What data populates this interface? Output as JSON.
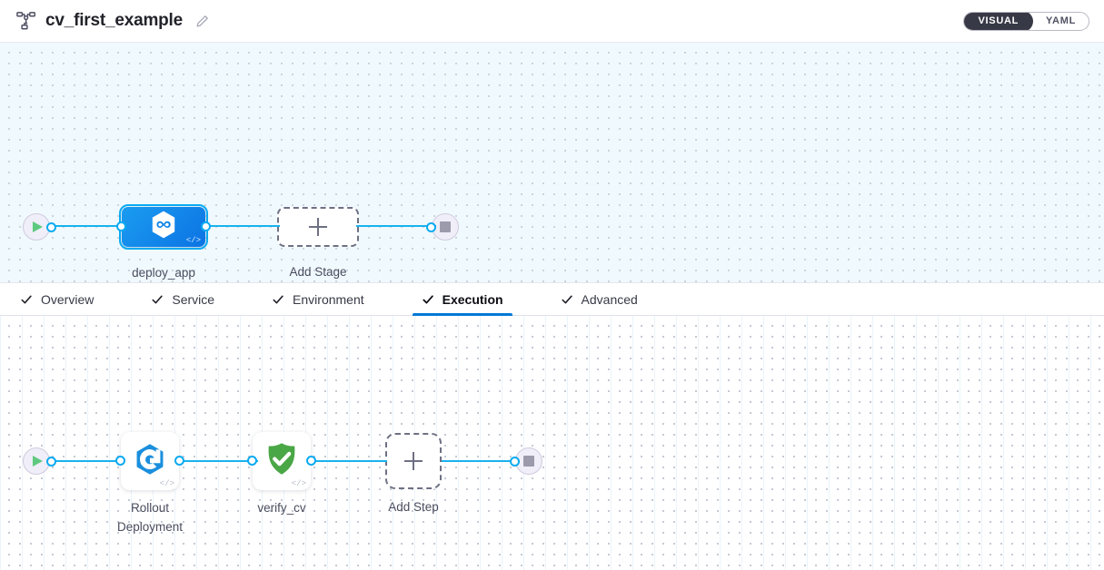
{
  "header": {
    "pipeline_icon": "pipeline-graph-icon",
    "title": "cv_first_example",
    "edit_icon": "pencil-edit-icon",
    "view_toggle": {
      "options": [
        {
          "label": "VISUAL",
          "active": true
        },
        {
          "label": "YAML",
          "active": false
        }
      ]
    }
  },
  "stage_canvas": {
    "start_node": {
      "name": "pipeline-start",
      "icon": "play-icon"
    },
    "end_node": {
      "name": "pipeline-end",
      "icon": "stop-icon"
    },
    "stages": [
      {
        "label": "deploy_app",
        "icon": "harness-cd-hexagon-icon",
        "selected": true,
        "code_badge": "</>"
      }
    ],
    "add_stage": {
      "label": "Add Stage",
      "icon": "plus-icon"
    }
  },
  "tabs": [
    {
      "label": "Overview",
      "active": false,
      "icon": "check-icon"
    },
    {
      "label": "Service",
      "active": false,
      "icon": "check-icon"
    },
    {
      "label": "Environment",
      "active": false,
      "icon": "check-icon"
    },
    {
      "label": "Execution",
      "active": true,
      "icon": "check-icon"
    },
    {
      "label": "Advanced",
      "active": false,
      "icon": "check-icon"
    }
  ],
  "steps_canvas": {
    "start_node": {
      "name": "execution-start",
      "icon": "play-icon"
    },
    "end_node": {
      "name": "execution-end",
      "icon": "stop-icon"
    },
    "steps": [
      {
        "label": "Rollout\nDeployment",
        "icon": "rollout-deployment-icon",
        "code_badge": "</>"
      },
      {
        "label": "verify_cv",
        "icon": "verify-shield-check-icon",
        "code_badge": "</>"
      }
    ],
    "add_step": {
      "label": "Add Step",
      "icon": "plus-icon"
    }
  },
  "colors": {
    "accent_blue": "#0278d5",
    "link_blue": "#19b2ee",
    "stage_blue": "#0c73e4",
    "verify_green": "#4aa746",
    "toggle_dark": "#383946",
    "canvas_stage_bg": "#f0fafe"
  }
}
